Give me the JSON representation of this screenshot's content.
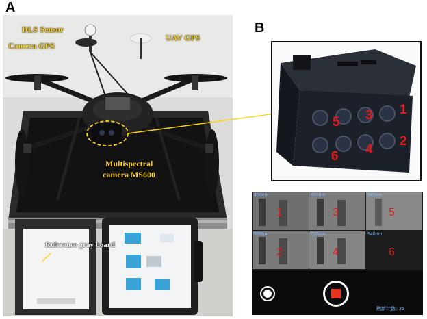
{
  "panels": {
    "a_label": "A",
    "b_label": "B"
  },
  "labels": {
    "dls_sensor": "DLS Sensor",
    "camera_gps": "Camera GPS",
    "uav_gps": "UAV GPS",
    "multispectral_line1": "Multispectral",
    "multispectral_line2": "camera MS600",
    "reference_gray_board": "Reference gray board"
  },
  "camera_lens_numbers": [
    "5",
    "3",
    "1",
    "6",
    "4",
    "2"
  ],
  "screen": {
    "bands": [
      {
        "wavelength": "450nm",
        "number": "1"
      },
      {
        "wavelength": "660nm",
        "number": "3"
      },
      {
        "wavelength": "840nm",
        "number": "5"
      },
      {
        "wavelength": "555nm",
        "number": "2"
      },
      {
        "wavelength": "710nm",
        "number": "4"
      },
      {
        "wavelength": "940nm",
        "number": "6"
      }
    ],
    "counter_label": "刷新计数: 35"
  },
  "colors": {
    "label_yellow": "#ffd21a",
    "number_red": "#e51b1b",
    "record_red": "#e8341c"
  }
}
